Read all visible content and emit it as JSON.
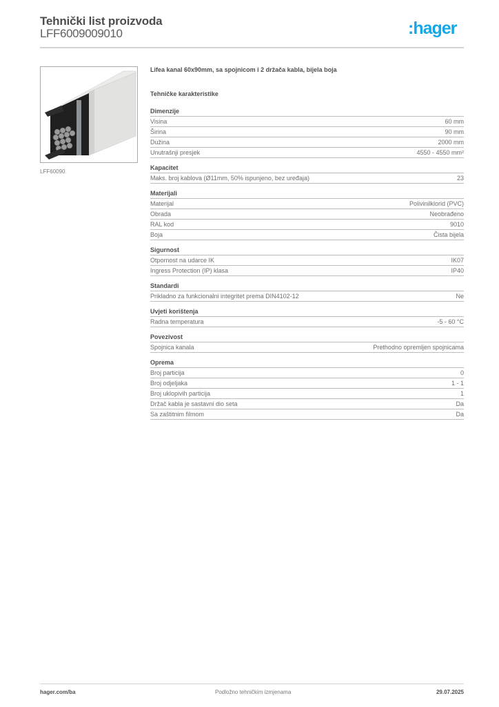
{
  "header": {
    "title": "Tehnički list proizvoda",
    "product_code": "LFF6009009010",
    "logo_text": ":hager",
    "logo_color": "#16a8e6"
  },
  "product": {
    "image_caption": "LFF60090",
    "description": "Lifea kanal 60x90mm, sa spojnicom i 2 držača kabla, bijela boja",
    "section_heading": "Tehničke karakteristike"
  },
  "sections": [
    {
      "title": "Dimenzije",
      "rows": [
        {
          "label": "Visina",
          "value": "60 mm"
        },
        {
          "label": "Širina",
          "value": "90 mm"
        },
        {
          "label": "Dužina",
          "value": "2000 mm"
        },
        {
          "label": "Unutrašnji presjek",
          "value": "4550 - 4550 mm²"
        }
      ]
    },
    {
      "title": "Kapacitet",
      "rows": [
        {
          "label": "Maks. broj kablova (Ø11mm, 50% ispunjeno, bez uređaja)",
          "value": "23"
        }
      ]
    },
    {
      "title": "Materijali",
      "rows": [
        {
          "label": "Materijal",
          "value": "Polivinilklorid (PVC)"
        },
        {
          "label": "Obrada",
          "value": "Neobrađeno"
        },
        {
          "label": "RAL kod",
          "value": "9010"
        },
        {
          "label": "Boja",
          "value": "Čista bijela"
        }
      ]
    },
    {
      "title": "Sigurnost",
      "rows": [
        {
          "label": "Otpornost na udarce IK",
          "value": "IK07"
        },
        {
          "label": "Ingress Protection (IP) klasa",
          "value": "IP40"
        }
      ]
    },
    {
      "title": "Standardi",
      "rows": [
        {
          "label": "Prikladno za funkcionalni integritet prema DIN4102-12",
          "value": "Ne"
        }
      ]
    },
    {
      "title": "Uvjeti korištenja",
      "rows": [
        {
          "label": "Radna temperatura",
          "value": "-5 - 60 °C"
        }
      ]
    },
    {
      "title": "Povezivost",
      "rows": [
        {
          "label": "Spojnica kanala",
          "value": "Prethodno opremljen spojnicama"
        }
      ]
    },
    {
      "title": "Oprema",
      "rows": [
        {
          "label": "Broj particija",
          "value": "0"
        },
        {
          "label": "Broj odjeljaka",
          "value": "1 - 1"
        },
        {
          "label": "Broj uklopivih particija",
          "value": "1"
        },
        {
          "label": "Držač kabla je sastavni dio seta",
          "value": "Da"
        },
        {
          "label": "Sa zaštitnim filmom",
          "value": "Da"
        }
      ]
    }
  ],
  "footer": {
    "website": "hager.com/ba",
    "notice": "Podložno tehničkim izmjenama",
    "date": "29.07.2025"
  }
}
